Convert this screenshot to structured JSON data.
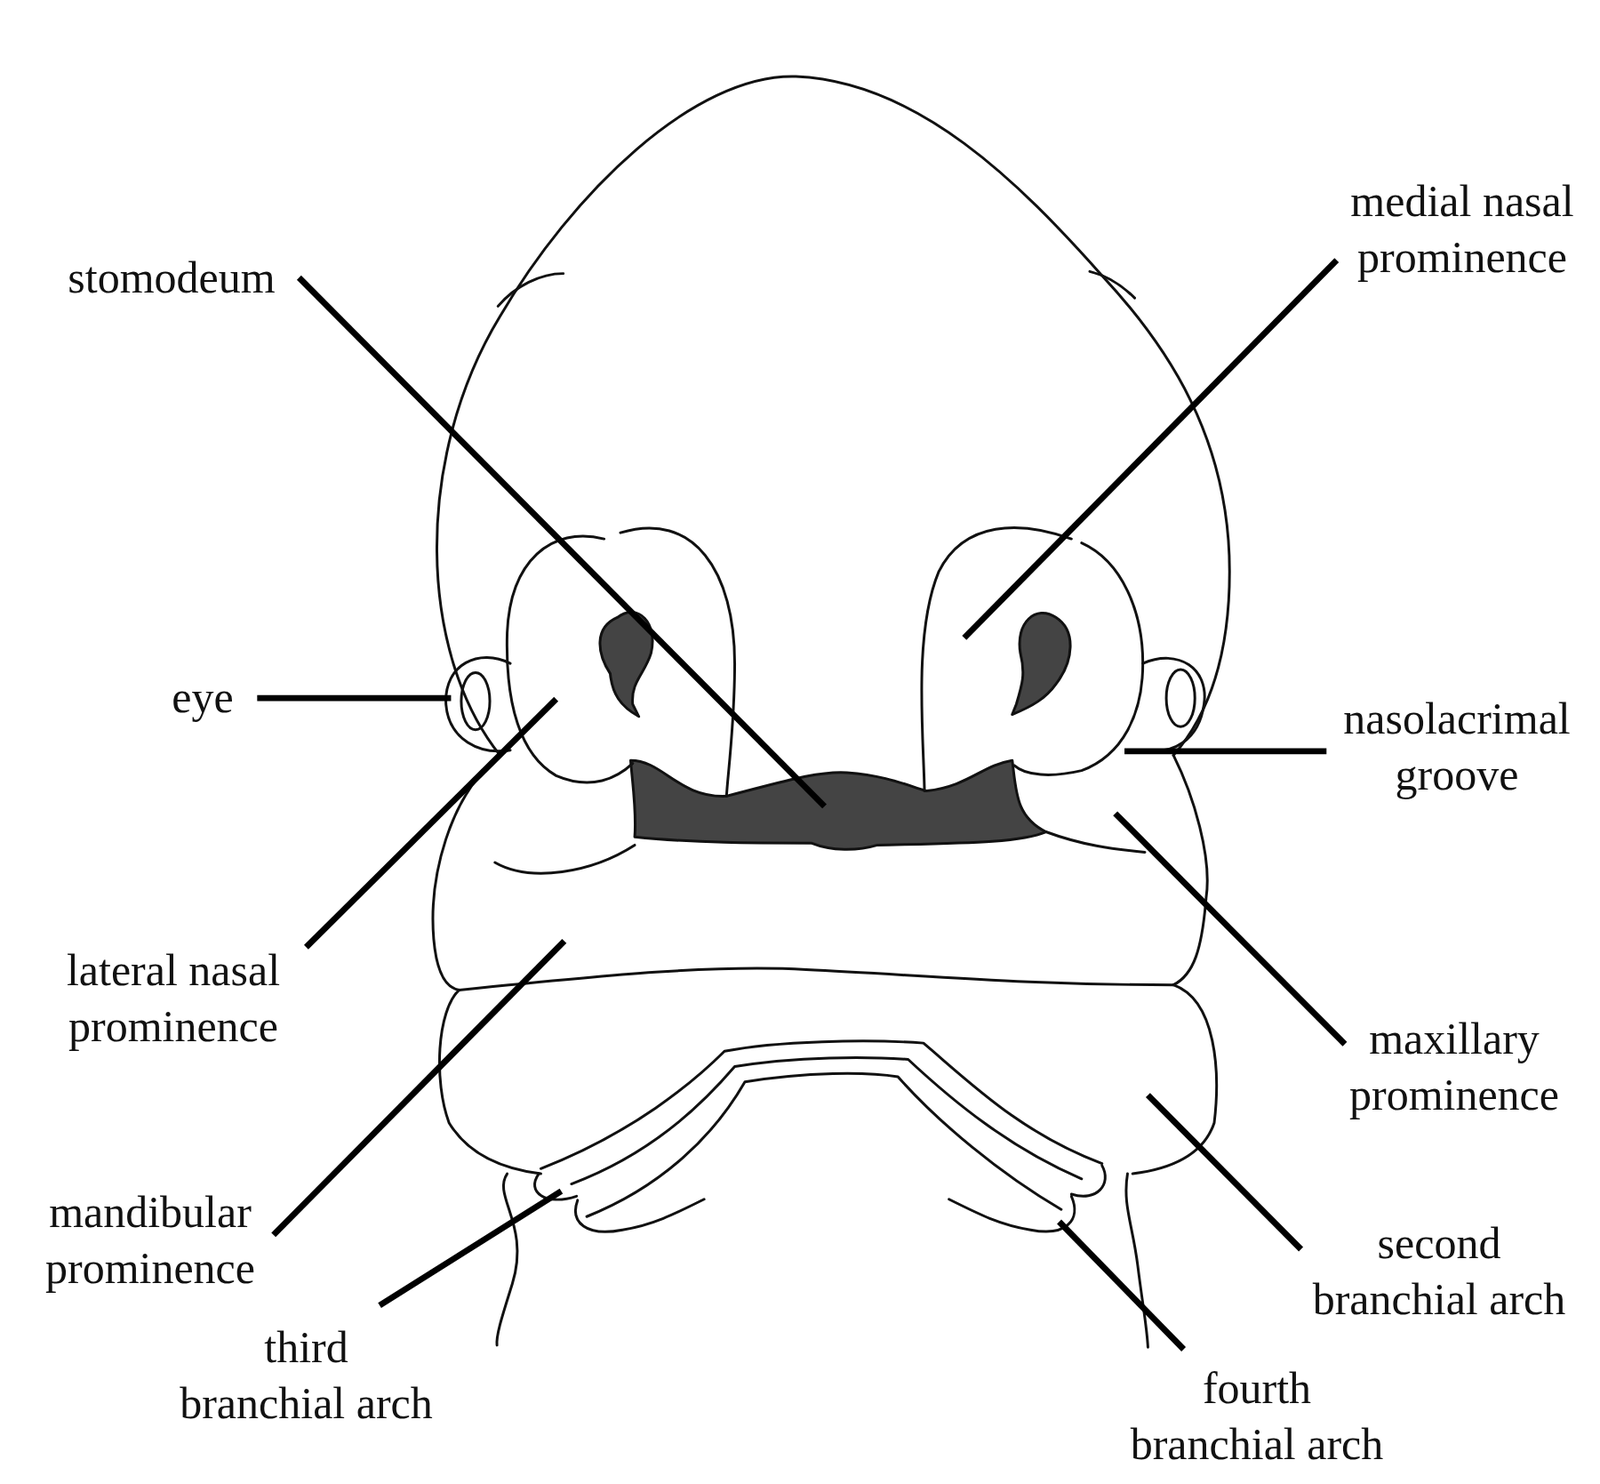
{
  "diagram": {
    "labels": [
      "medial nasal prominence",
      "stomodeum",
      "eye",
      "nasolacrimal groove",
      "lateral nasal prominence",
      "maxillary prominence",
      "mandibular prominence",
      "second branchial arch",
      "third branchial arch",
      "fourth branchial arch"
    ]
  }
}
